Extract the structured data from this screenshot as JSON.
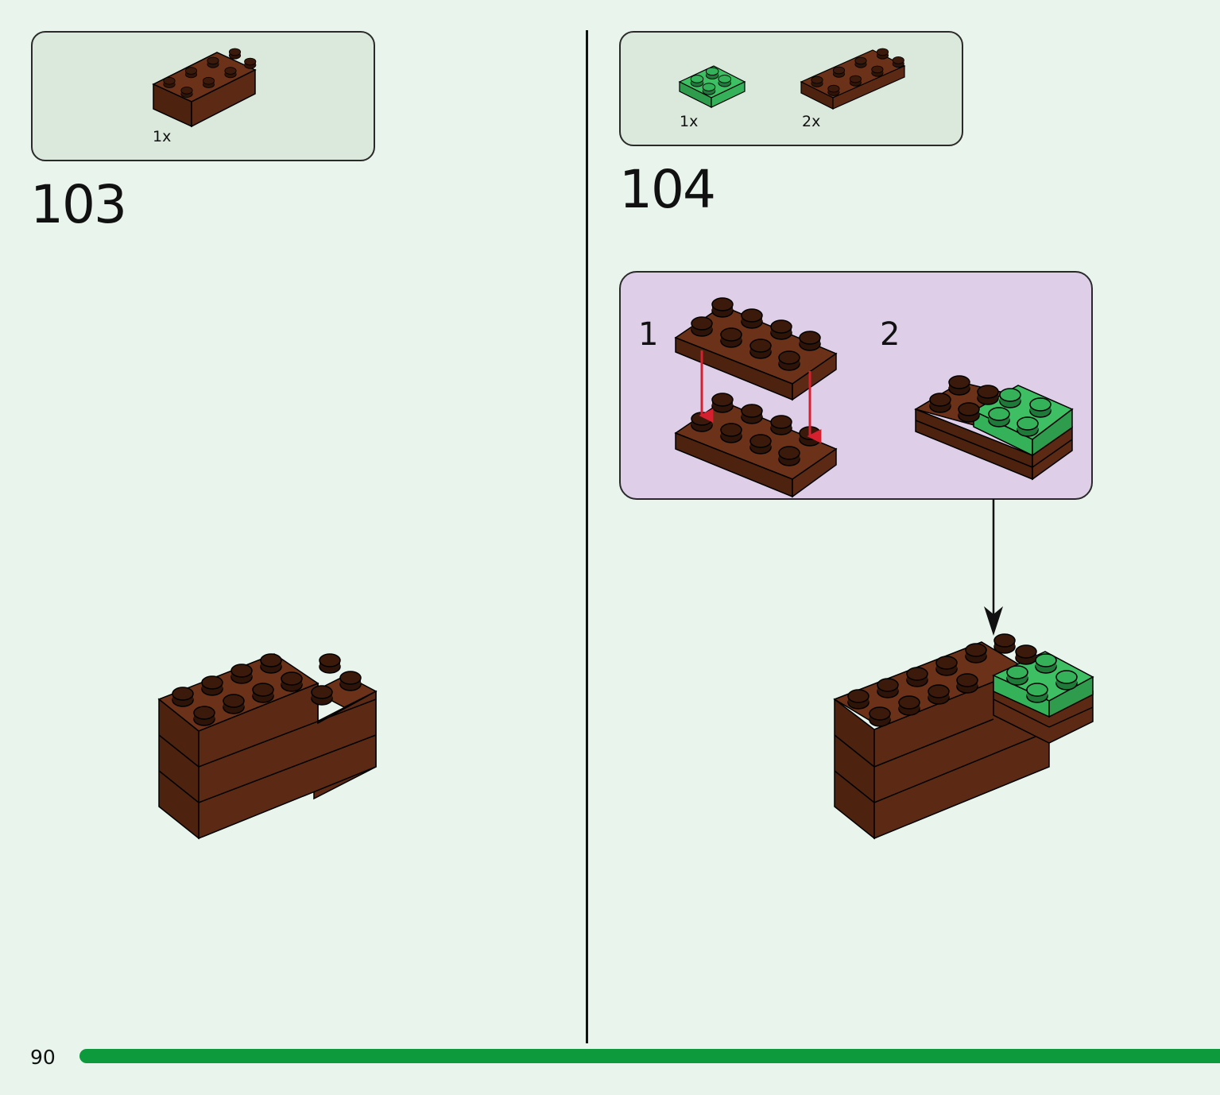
{
  "page": {
    "number": "90"
  },
  "steps": [
    {
      "number": "103",
      "parts": [
        {
          "qty": "1x",
          "icon": "brown-2x4-brick-icon",
          "color": "#5c2a14"
        }
      ]
    },
    {
      "number": "104",
      "parts": [
        {
          "qty": "1x",
          "icon": "green-2x2-plate-icon",
          "color": "#3fbf63"
        },
        {
          "qty": "2x",
          "icon": "brown-2x4-plate-icon",
          "color": "#5c2a14"
        }
      ],
      "substeps": [
        {
          "number": "1"
        },
        {
          "number": "2"
        }
      ]
    }
  ],
  "colors": {
    "brown": "#5c2a14",
    "green": "#3fbf63",
    "arrow_red": "#d4202f",
    "progress": "#0d9a3d",
    "page_bg": "#e9f5ec",
    "substep_bg": "#dfcee8"
  }
}
